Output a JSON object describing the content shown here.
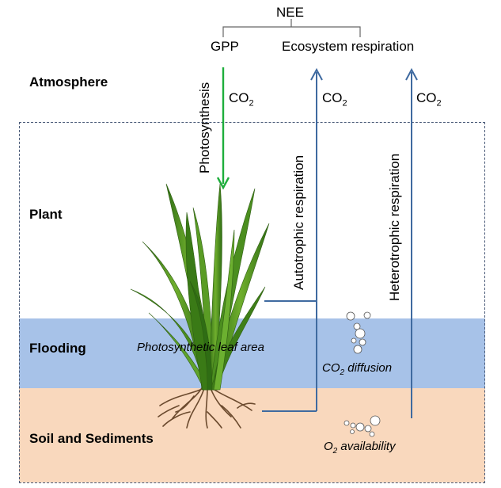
{
  "flux": {
    "nee": "NEE",
    "gpp": "GPP",
    "ecosystem_respiration": "Ecosystem respiration"
  },
  "zones": {
    "atmosphere": "Atmosphere",
    "plant": "Plant",
    "flooding": "Flooding",
    "soil": "Soil and Sediments"
  },
  "processes": {
    "photosynthesis": "Photosynthesis",
    "autotrophic": "Autotrophic respiration",
    "heterotrophic": "Heterotrophic respiration"
  },
  "gas": {
    "co2_base": "CO",
    "co2_sub": "2",
    "o2_base": "O",
    "o2_sub": "2"
  },
  "annotations": {
    "leaf_area": "Photosynthetic leaf area",
    "diffusion_suffix": " diffusion",
    "availability_suffix": " availability"
  },
  "colors": {
    "photosynthesis_arrow": "#1eae3c",
    "respiration_arrow": "#3f6aa0",
    "flooding_layer": "#a7c2e8",
    "soil_layer": "#f9d8bd",
    "leaf": "#3f8a1f"
  }
}
